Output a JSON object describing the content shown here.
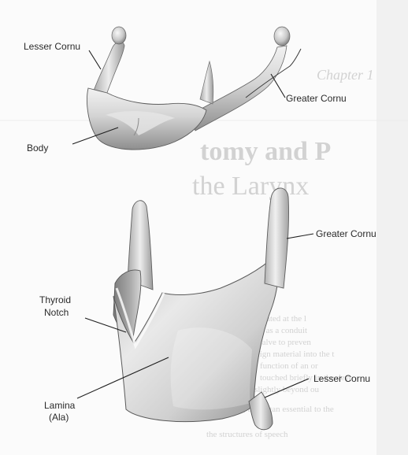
{
  "labels": {
    "hyoid_lesser_cornu": "Lesser Cornu",
    "hyoid_greater_cornu": "Greater Cornu",
    "hyoid_body": "Body",
    "thyroid_greater_cornu": "Greater Cornu",
    "thyroid_notch_line1": "Thyroid",
    "thyroid_notch_line2": "Notch",
    "thyroid_lesser_cornu": "Lesser Cornu",
    "lamina_line1": "Lamina",
    "lamina_line2": "(Ala)"
  },
  "background_text": {
    "chapter": "Chapter 1",
    "heading_line1": "tomy and P",
    "heading_line2": "the Larynx",
    "body_lines": [
      "is situated at the l",
      "Its function only as a conduit",
      "important as a valve to preven",
      "foreign material into the t",
      "function of an or",
      "touched briefly in the deve",
      "have evolved slightly beyond ou",
      "instrument, the organ essential to the",
      "the structures of speech"
    ]
  },
  "colors": {
    "page": "#fbfbfb",
    "cartilage_light": "#ececec",
    "cartilage_mid": "#b9b9b9",
    "cartilage_dark": "#6f6f6f",
    "label_text": "#2a2a2a",
    "ghost_text": "#d2d2d2"
  }
}
